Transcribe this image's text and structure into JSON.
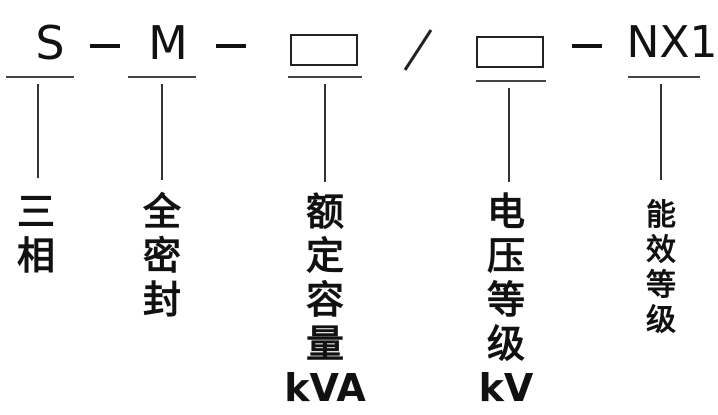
{
  "code": {
    "phase": "S",
    "sealed": "M",
    "efficiency": "NX1"
  },
  "meanings": {
    "phase": [
      "三",
      "相"
    ],
    "sealed": [
      "全",
      "密",
      "封"
    ],
    "capacity": [
      "额",
      "定",
      "容",
      "量"
    ],
    "capacity_unit": "kVA",
    "voltage": [
      "电",
      "压",
      "等",
      "级"
    ],
    "voltage_unit": "kV",
    "efficiency": [
      "能",
      "效",
      "等",
      "级"
    ]
  },
  "colors": {
    "ink": "#111111",
    "background": "#ffffff"
  }
}
